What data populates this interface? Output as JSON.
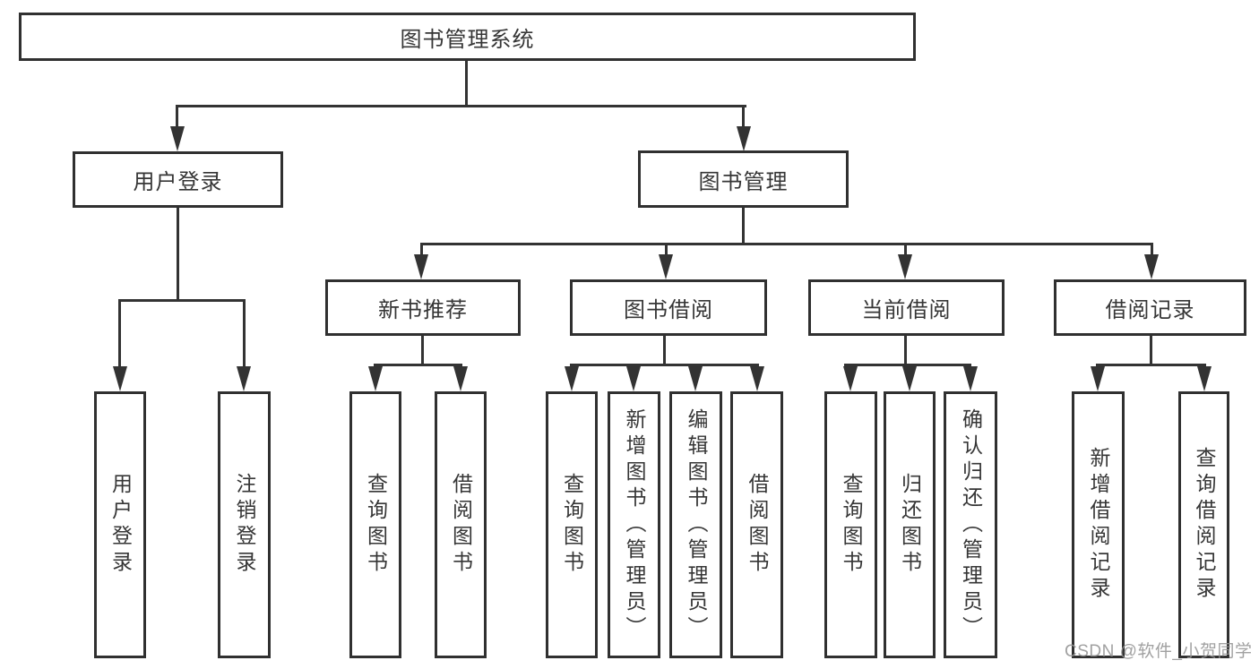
{
  "tree": {
    "root": {
      "label": "图书管理系统"
    },
    "branches": [
      {
        "label": "用户登录",
        "children": [
          {
            "label": "用户登录"
          },
          {
            "label": "注销登录"
          }
        ]
      },
      {
        "label": "图书管理",
        "children": [
          {
            "label": "新书推荐",
            "children": [
              {
                "label": "查询图书"
              },
              {
                "label": "借阅图书"
              }
            ]
          },
          {
            "label": "图书借阅",
            "children": [
              {
                "label": "查询图书"
              },
              {
                "label": "新增图书（管理员）"
              },
              {
                "label": "编辑图书（管理员）"
              },
              {
                "label": "借阅图书"
              }
            ]
          },
          {
            "label": "当前借阅",
            "children": [
              {
                "label": "查询图书"
              },
              {
                "label": "归还图书"
              },
              {
                "label": "确认归还（管理员）"
              }
            ]
          },
          {
            "label": "借阅记录",
            "children": [
              {
                "label": "新增借阅记录"
              },
              {
                "label": "查询借阅记录"
              }
            ]
          }
        ]
      }
    ]
  },
  "watermark": {
    "text": "CSDN @软件_小贺同学",
    "color": "#949494"
  },
  "colors": {
    "line": "#333333",
    "box_border": "#303030",
    "text": "#363636",
    "background": "#ffffff"
  }
}
